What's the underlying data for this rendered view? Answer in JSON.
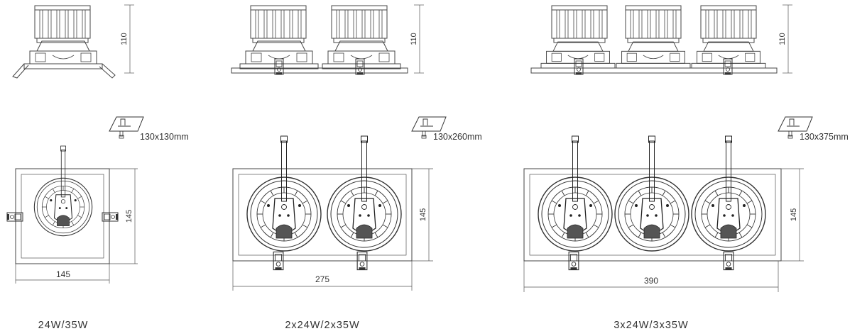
{
  "products": [
    {
      "model": "24W/35W",
      "cutout": "130x130mm",
      "height_dim": "110",
      "width_dim": "145",
      "depth_dim": "145",
      "heads": 1
    },
    {
      "model": "2x24W/2x35W",
      "cutout": "130x260mm",
      "height_dim": "110",
      "width_dim": "275",
      "depth_dim": "145",
      "heads": 2
    },
    {
      "model": "3x24W/3x35W",
      "cutout": "130x375mm",
      "height_dim": "110",
      "width_dim": "390",
      "depth_dim": "145",
      "heads": 3
    }
  ]
}
